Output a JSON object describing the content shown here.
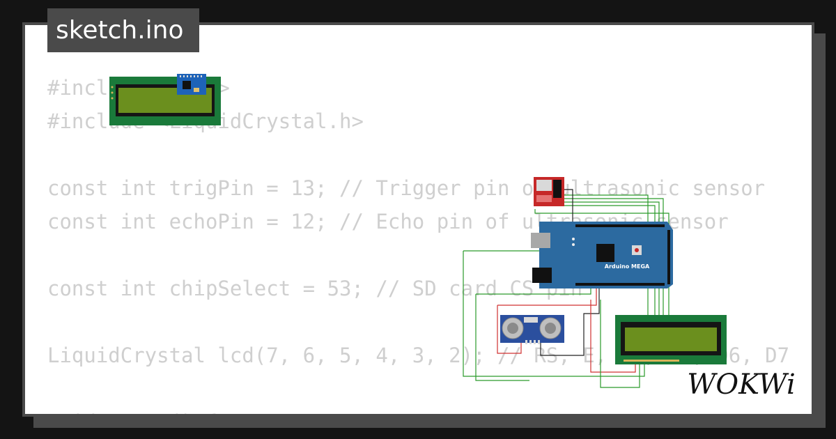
{
  "tab": {
    "title": "sketch.ino"
  },
  "code_lines": [
    "#include <SD.h>",
    "#include <LiquidCrystal.h>",
    "",
    "const int trigPin = 13; // Trigger pin of ultrasonic sensor",
    "const int echoPin = 12; // Echo pin of ultrasonic sensor",
    "",
    "const int chipSelect = 53; // SD card CS pin",
    "",
    "LiquidCrystal lcd(7, 6, 5, 4, 3, 2); // RS, E, D4, D5, D6, D7",
    "",
    "void setup() {"
  ],
  "board": {
    "label": "Arduino MEGA"
  },
  "logo": {
    "text": "WOKWi"
  },
  "colors": {
    "background": "#141414",
    "frame": "#4a4a4a",
    "code_text": "#cfcfcf",
    "pcb_green": "#1a7a3a",
    "lcd_screen": "#6b8f1e",
    "board_blue": "#2c6aa0",
    "wire_green": "#2a9a2a",
    "wire_red": "#d03030"
  }
}
